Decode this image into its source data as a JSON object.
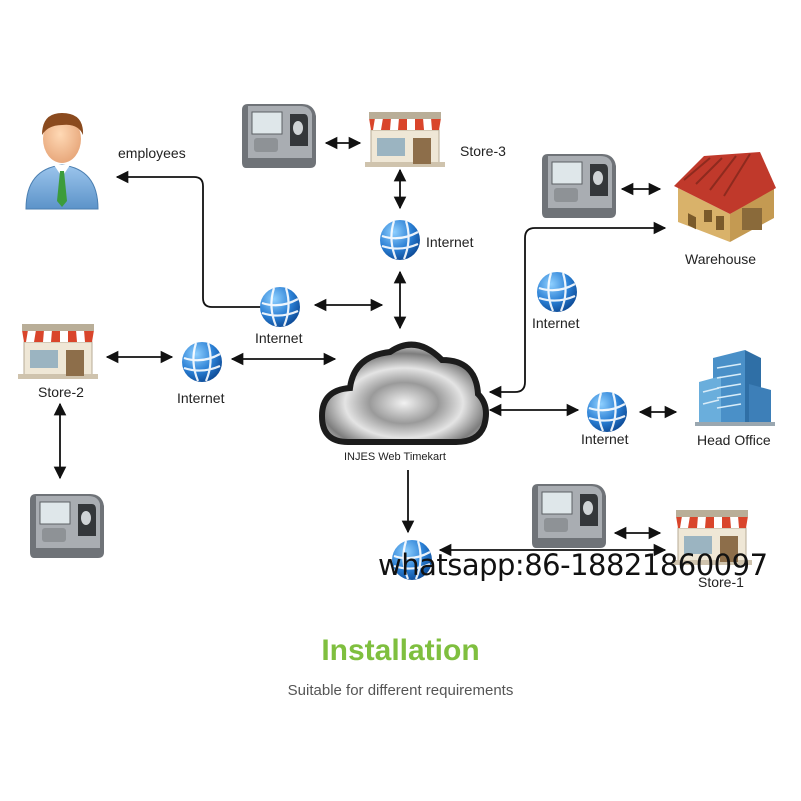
{
  "diagram": {
    "labels": {
      "employees": "employees",
      "store3": "Store-3",
      "internet_top": "Internet",
      "warehouse": "Warehouse",
      "internet_left_upper": "Internet",
      "internet_right_upper": "Internet",
      "store2": "Store-2",
      "internet_left": "Internet",
      "cloud": "INJES Web Timekart",
      "internet_right": "Internet",
      "head_office": "Head Office",
      "store1": "Store-1"
    },
    "title": "Installation",
    "subtitle": "Suitable for different requirements",
    "watermark": "whatsapp:86-18821860097",
    "colors": {
      "title": "#7fbf3f",
      "globe": "#2a7fd4",
      "device": "#6f7378",
      "awning_red": "#d9452b",
      "building_blue": "#4a90c8",
      "warehouse_red": "#c0392b"
    }
  }
}
